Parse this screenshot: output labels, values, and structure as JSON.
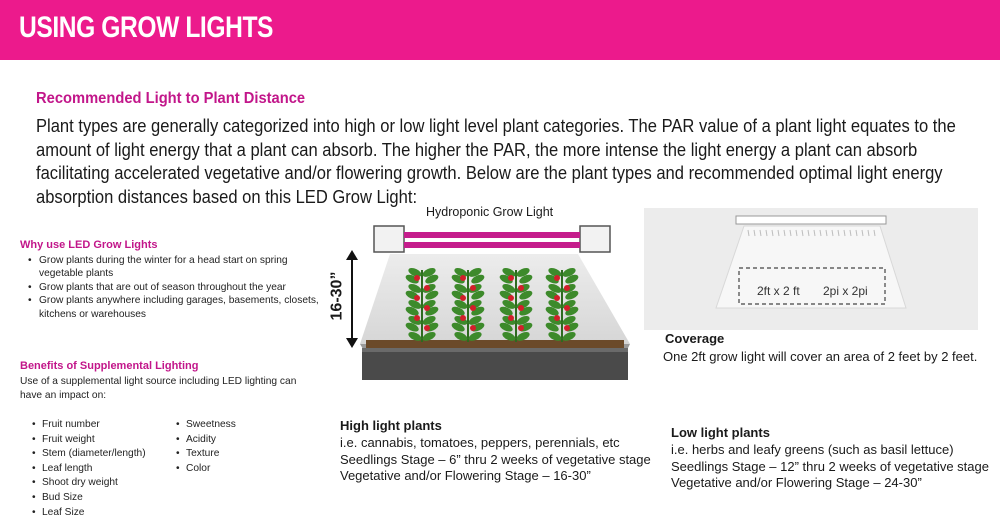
{
  "banner": {
    "title": "USING GROW LIGHTS",
    "color": "#ec1a8c"
  },
  "section": {
    "title": "Recommended Light to Plant Distance",
    "intro": "Plant types are generally categorized into high or low light level plant categories. The PAR value of a plant light equates to the amount of light energy that a plant can absorb.  The higher the PAR, the more intense the light energy a plant can absorb facilitating accelerated vegetative and/or flowering growth. Below are the plant types and recommended optimal light energy absorption distances based on this LED Grow Light:"
  },
  "why": {
    "title": "Why use LED Grow Lights",
    "items": [
      "Grow plants during the winter for a head start on spring vegetable plants",
      "Grow plants that are out of season throughout the year",
      "Grow plants anywhere including garages, basements, closets, kitchens or  warehouses"
    ]
  },
  "benefits": {
    "title": "Benefits of Supplemental Lighting",
    "description": "Use of a supplemental light source including LED lighting can have an impact on:",
    "col1": [
      "Fruit number",
      "Fruit weight",
      "Stem (diameter/length)",
      "Leaf length",
      "Shoot dry weight",
      "Bud Size",
      "Leaf Size"
    ],
    "col2": [
      "Sweetness",
      "Acidity",
      "Texture",
      "Color"
    ]
  },
  "diagram": {
    "caption": "Hydroponic Grow Light",
    "distance": "16-30”",
    "light_color": "#c51d8c",
    "plant_color": "#3d8a2b",
    "fruit_color": "#d11f2a"
  },
  "high_light": {
    "heading": "High light plants",
    "lines": [
      "i.e. cannabis, tomatoes, peppers, perennials, etc",
      "Seedlings Stage – 6” thru 2 weeks of vegetative stage",
      "Vegetative and/or Flowering Stage – 16-30”"
    ]
  },
  "low_light": {
    "heading": "Low light plants",
    "lines": [
      "i.e. herbs and leafy greens (such as basil lettuce)",
      "Seedlings Stage – 12” thru 2 weeks of vegetative stage",
      "Vegetative and/or Flowering Stage – 24-30”"
    ]
  },
  "coverage": {
    "label_ft": "2ft x 2 ft",
    "label_pi": "2pi x 2pi",
    "title": "Coverage",
    "text": "One 2ft grow light will cover an area of 2 feet by 2 feet."
  }
}
